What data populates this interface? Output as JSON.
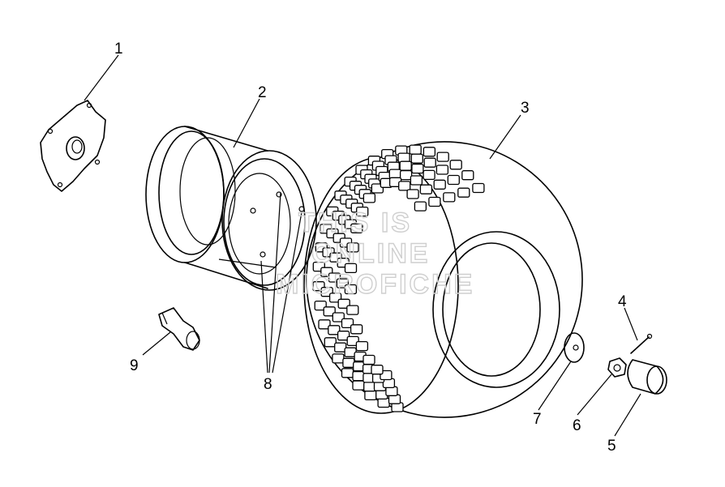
{
  "callouts": [
    {
      "id": "1",
      "label": "1"
    },
    {
      "id": "2",
      "label": "2"
    },
    {
      "id": "3",
      "label": "3"
    },
    {
      "id": "4",
      "label": "4"
    },
    {
      "id": "5",
      "label": "5"
    },
    {
      "id": "6",
      "label": "6"
    },
    {
      "id": "7",
      "label": "7"
    },
    {
      "id": "8",
      "label": "8"
    },
    {
      "id": "9",
      "label": "9"
    }
  ],
  "watermark": {
    "lines": [
      "THIS IS",
      "ONLINE",
      "MICROFICHE"
    ]
  },
  "colors": {
    "line": "#000000",
    "background": "#ffffff",
    "watermark": "#cfcfcf"
  }
}
